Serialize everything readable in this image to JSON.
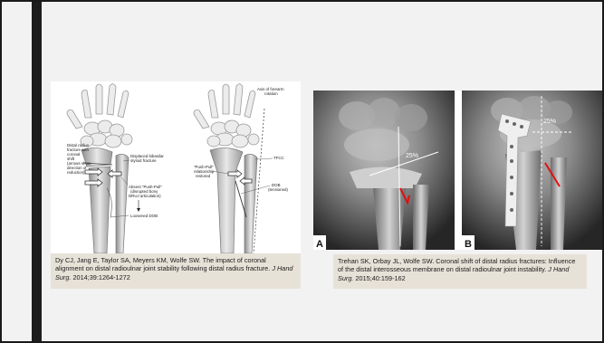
{
  "left_figure": {
    "labels": {
      "distal_radius_fracture": [
        "Distal radius",
        "fracture with",
        "coronal",
        "shift",
        "(arrows show",
        "direction of",
        "reduction)"
      ],
      "displaced_styloid": [
        "Displaced bibasilar",
        "styloid fracture"
      ],
      "absent_push_pull": [
        "Absent \"Push-Pull\"",
        "(disrupted bony",
        "DRUJ articulation)"
      ],
      "loosened_dob": "Loosened DOB",
      "axis_of_rotation": [
        "Axis of forearm",
        "rotation"
      ],
      "tfcc": "TFCC",
      "push_pull_restored": [
        "\"Push-Pull\"",
        "relationship",
        "restored"
      ],
      "dob_tensioned": [
        "DOB",
        "(tensioned)"
      ]
    },
    "caption": {
      "authors": "Dy CJ, Jang E, Taylor SA, Meyers KM, Wolfe SW.",
      "title": "The impact of coronal alignment on distal radioulnar joint stability following distal radius fracture.",
      "journal": "J Hand Surg.",
      "citation": "2014;39:1264-1272"
    }
  },
  "right_figure": {
    "panel_a": {
      "letter": "A",
      "angle": "25%"
    },
    "panel_b": {
      "letter": "B",
      "angle": "25%"
    },
    "caption": {
      "authors": "Trehan SK, Orbay JL, Wolfe SW.",
      "title": "Coronal shift of distal radius fractures: Influence of the distal interosseous membrane on distal radioulnar joint instability.",
      "journal": "J Hand Surg.",
      "citation": "2015;40:159-162"
    }
  },
  "colors": {
    "slide_background": "#f2f2f2",
    "side_bar": "#1e1e1e",
    "caption_background": "#e7e2d8",
    "xray_marker_red": "#e01010"
  }
}
